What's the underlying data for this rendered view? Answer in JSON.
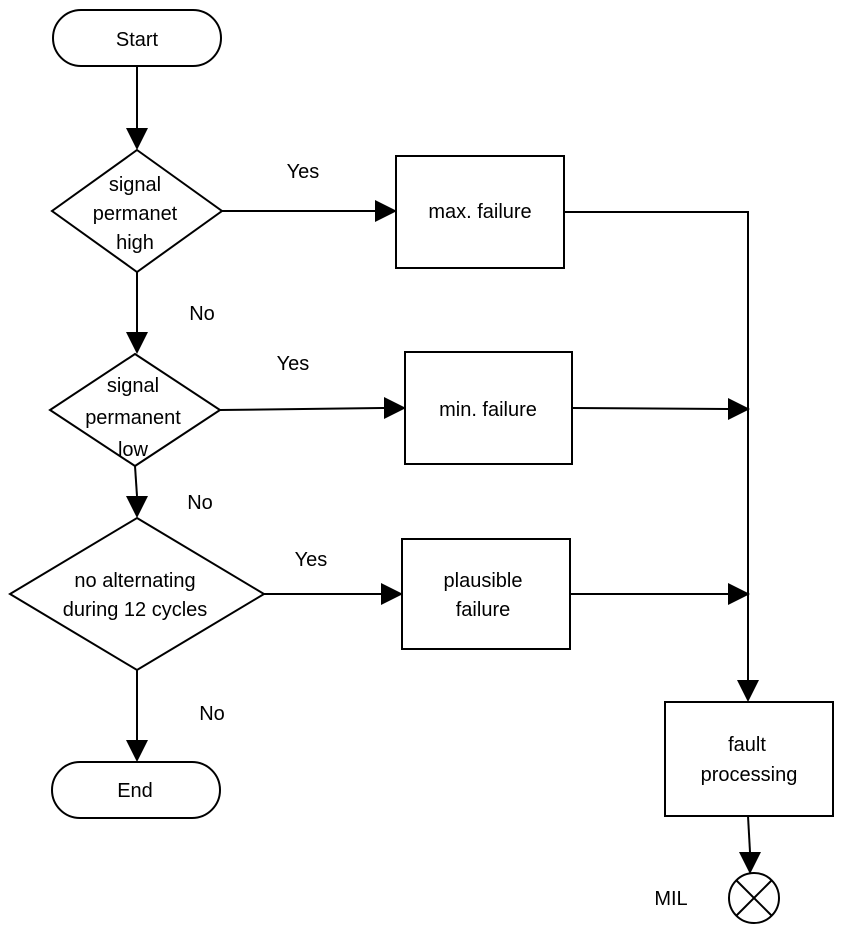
{
  "nodes": {
    "start": "Start",
    "end": "End",
    "decision1": [
      "signal",
      "permanet",
      "high"
    ],
    "decision2": [
      "signal",
      "permanent",
      "low"
    ],
    "decision3": [
      "no alternating",
      "during 12 cycles"
    ],
    "box_max": [
      "max. failure"
    ],
    "box_min": [
      "min. failure"
    ],
    "box_plausible": [
      "plausible",
      "failure"
    ],
    "box_fault": [
      "fault",
      "processing"
    ],
    "mil": "MIL"
  },
  "edge_labels": {
    "yes1": "Yes",
    "yes2": "Yes",
    "yes3": "Yes",
    "no1": "No",
    "no2": "No",
    "no3": "No"
  },
  "colors": {
    "stroke": "#000000",
    "fill": "#ffffff"
  }
}
